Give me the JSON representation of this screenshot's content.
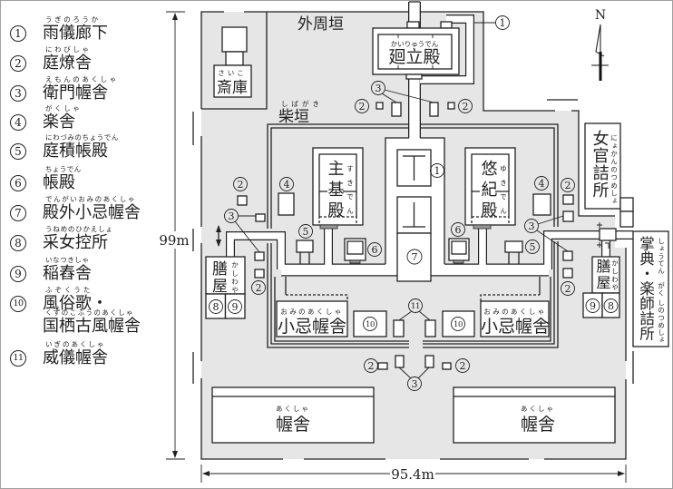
{
  "legend": {
    "items": [
      {
        "number": "1",
        "ruby": "うぎのろうか",
        "label": "雨儀廊下"
      },
      {
        "number": "2",
        "ruby": "にわびしゃ",
        "label": "庭燎舎"
      },
      {
        "number": "3",
        "ruby": "えもんのあくしゃ",
        "label": "衛門幄舎"
      },
      {
        "number": "4",
        "ruby": "がくしゃ",
        "label": "楽舎"
      },
      {
        "number": "5",
        "ruby": "にわづみのちょうでん",
        "label": "庭積帳殿"
      },
      {
        "number": "6",
        "ruby": "ちょうでん",
        "label": "帳殿"
      },
      {
        "number": "7",
        "ruby": "でんがいおみのあくしゃ",
        "label": "殿外小忌幄舎"
      },
      {
        "number": "8",
        "ruby": "うねめのひかえしょ",
        "label": "采女控所"
      },
      {
        "number": "9",
        "ruby": "いなつきしゃ",
        "label": "稲舂舎"
      },
      {
        "number": "10",
        "ruby": "ふぞくうた",
        "label": "風俗歌・",
        "ruby_line2": "くずのこふうのあくしゃ",
        "label_line2": "国栖古風幄舎"
      },
      {
        "number": "11",
        "ruby": "いぎのあくしゃ",
        "label": "威儀幄舎"
      }
    ]
  },
  "map": {
    "outer_fence": {
      "label": "外周垣"
    },
    "inner_fence": {
      "ruby": "しばがき",
      "label": "柴垣"
    },
    "saiko": {
      "ruby": "さいこ",
      "label": "斎庫"
    },
    "kairyuden": {
      "ruby": "かいりゅうでん",
      "label": "廻立殿"
    },
    "sukiden": {
      "ruby": "すきでん",
      "label": "主基殿"
    },
    "yukiden": {
      "ruby": "ゆきでん",
      "label": "悠紀殿"
    },
    "kashiwaya_left": {
      "ruby": "かしわや",
      "label": "膳屋"
    },
    "kashiwaya_right": {
      "ruby": "かしわや",
      "label": "膳屋"
    },
    "nyokan_tsumesho": {
      "ruby": "にょかんのつめしょ",
      "label": "女官詰所"
    },
    "shoten_gakushi_tsumesho": {
      "ruby_parts": [
        "しょうてん",
        "がく",
        "しのつめしょ"
      ],
      "label": "掌典・楽師詰所"
    },
    "omi_akusha_left": {
      "ruby": "おみのあくしゃ",
      "label": "小忌幄舎"
    },
    "omi_akusha_right": {
      "ruby": "おみのあくしゃ",
      "label": "小忌幄舎"
    },
    "akusha_left": {
      "ruby": "あくしゃ",
      "label": "幄舎"
    },
    "akusha_right": {
      "ruby": "あくしゃ",
      "label": "幄舎"
    }
  },
  "compass": {
    "north_label": "N"
  },
  "dimensions": {
    "height": "99m",
    "width": "95.4m"
  }
}
